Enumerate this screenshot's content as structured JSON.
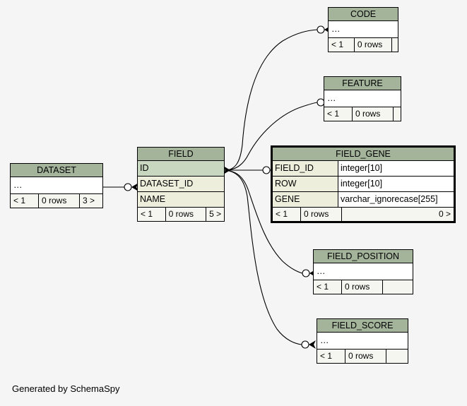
{
  "diagram": {
    "type": "entity-relationship-diagram",
    "generator_note": "Generated by SchemaSpy",
    "background_color": "#f5f5f5",
    "header_color": "#a3b49b",
    "primary_key_color": "#c8d7c0",
    "foreign_key_color": "#eeeedd",
    "line_color": "#000000"
  },
  "tables": [
    {
      "id": "dataset",
      "name": "DATASET",
      "emphasis": false,
      "columns": [
        {
          "name": "…",
          "type": "",
          "kind": "plain",
          "ellipsis": true
        }
      ],
      "footer": {
        "prev": "< 1",
        "rows": "0 rows",
        "next": "3 >"
      }
    },
    {
      "id": "field",
      "name": "FIELD",
      "emphasis": false,
      "columns": [
        {
          "name": "ID",
          "type": "",
          "kind": "pk",
          "ellipsis": false
        },
        {
          "name": "DATASET_ID",
          "type": "",
          "kind": "fk",
          "ellipsis": false
        },
        {
          "name": "NAME",
          "type": "",
          "kind": "fk",
          "ellipsis": false
        }
      ],
      "footer": {
        "prev": "< 1",
        "rows": "0 rows",
        "next": "5 >"
      }
    },
    {
      "id": "code",
      "name": "CODE",
      "emphasis": false,
      "columns": [
        {
          "name": "…",
          "type": "",
          "kind": "plain",
          "ellipsis": true
        }
      ],
      "footer": {
        "prev": "< 1",
        "rows": "0 rows",
        "next": ""
      }
    },
    {
      "id": "feature",
      "name": "FEATURE",
      "emphasis": false,
      "columns": [
        {
          "name": "…",
          "type": "",
          "kind": "plain",
          "ellipsis": true
        }
      ],
      "footer": {
        "prev": "< 1",
        "rows": "0 rows",
        "next": ""
      }
    },
    {
      "id": "field_gene",
      "name": "FIELD_GENE",
      "emphasis": true,
      "columns": [
        {
          "name": "FIELD_ID",
          "type": "integer[10]",
          "kind": "fk",
          "ellipsis": false
        },
        {
          "name": "ROW",
          "type": "integer[10]",
          "kind": "fk",
          "ellipsis": false
        },
        {
          "name": "GENE",
          "type": "varchar_ignorecase[255]",
          "kind": "fk",
          "ellipsis": false
        }
      ],
      "footer": {
        "prev": "< 1",
        "rows": "0 rows",
        "next": "0 >"
      }
    },
    {
      "id": "field_position",
      "name": "FIELD_POSITION",
      "emphasis": false,
      "columns": [
        {
          "name": "…",
          "type": "",
          "kind": "plain",
          "ellipsis": true
        }
      ],
      "footer": {
        "prev": "< 1",
        "rows": "0 rows",
        "next": ""
      }
    },
    {
      "id": "field_score",
      "name": "FIELD_SCORE",
      "emphasis": false,
      "columns": [
        {
          "name": "…",
          "type": "",
          "kind": "plain",
          "ellipsis": true
        }
      ],
      "footer": {
        "prev": "< 1",
        "rows": "0 rows",
        "next": ""
      }
    }
  ],
  "relationships": [
    {
      "id": "dataset-field",
      "from": "DATASET",
      "to": "FIELD.DATASET_ID",
      "cardinality": "zero-or-more"
    },
    {
      "id": "field-code",
      "from": "FIELD.ID",
      "to": "CODE",
      "cardinality": "zero-or-more"
    },
    {
      "id": "field-feature",
      "from": "FIELD.ID",
      "to": "FEATURE",
      "cardinality": "zero-or-more"
    },
    {
      "id": "field-field_gene",
      "from": "FIELD.ID",
      "to": "FIELD_GENE.FIELD_ID",
      "cardinality": "zero-or-more"
    },
    {
      "id": "field-field_position",
      "from": "FIELD.ID",
      "to": "FIELD_POSITION",
      "cardinality": "zero-or-more"
    },
    {
      "id": "field-field_score",
      "from": "FIELD.ID",
      "to": "FIELD_SCORE",
      "cardinality": "zero-or-more"
    }
  ]
}
